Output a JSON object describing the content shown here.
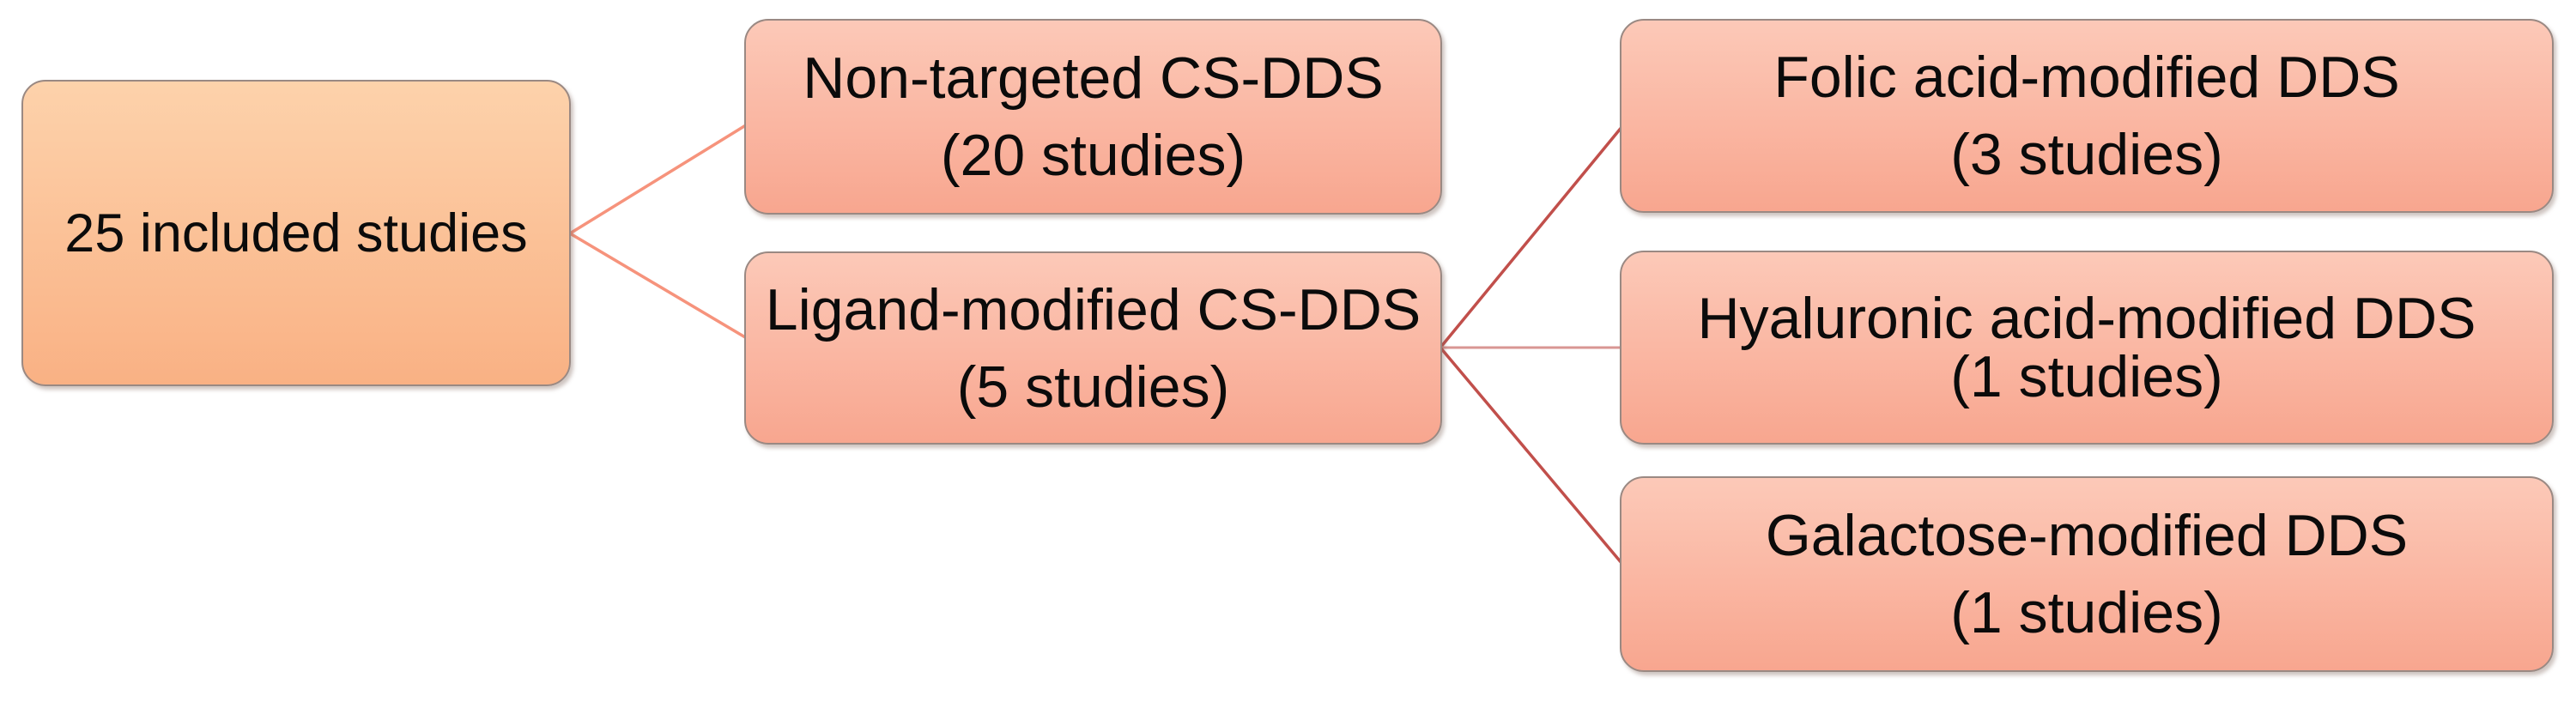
{
  "diagram": {
    "root": {
      "label": "25 included studies"
    },
    "level1": [
      {
        "title": "Non-targeted CS-DDS",
        "count": "(20 studies)"
      },
      {
        "title": "Ligand-modified CS-DDS",
        "count": "(5 studies)"
      }
    ],
    "level2": [
      {
        "title": "Folic acid-modified DDS",
        "count": "(3 studies)"
      },
      {
        "title": "Hyaluronic acid-modified DDS",
        "count": "(1 studies)"
      },
      {
        "title": "Galactose-modified DDS",
        "count": "(1 studies)"
      }
    ],
    "totals": {
      "included_studies": 25,
      "non_targeted_studies": 20,
      "ligand_modified_studies": 5,
      "folic_acid_studies": 3,
      "hyaluronic_acid_studies": 1,
      "galactose_studies": 1
    },
    "colors": {
      "canvas_bg": "#ffffff",
      "text": "#0b0b0b",
      "root_box_top": "#fdd2ab",
      "root_box_bottom": "#f9b184",
      "branch_box_top": "#fcc9b8",
      "branch_box_bottom": "#f8a68f",
      "box_border": "#9a8983",
      "connector_left": "#f6937c",
      "connector_right": "#c14f4b",
      "connector_right_mid": "#d89693"
    }
  }
}
